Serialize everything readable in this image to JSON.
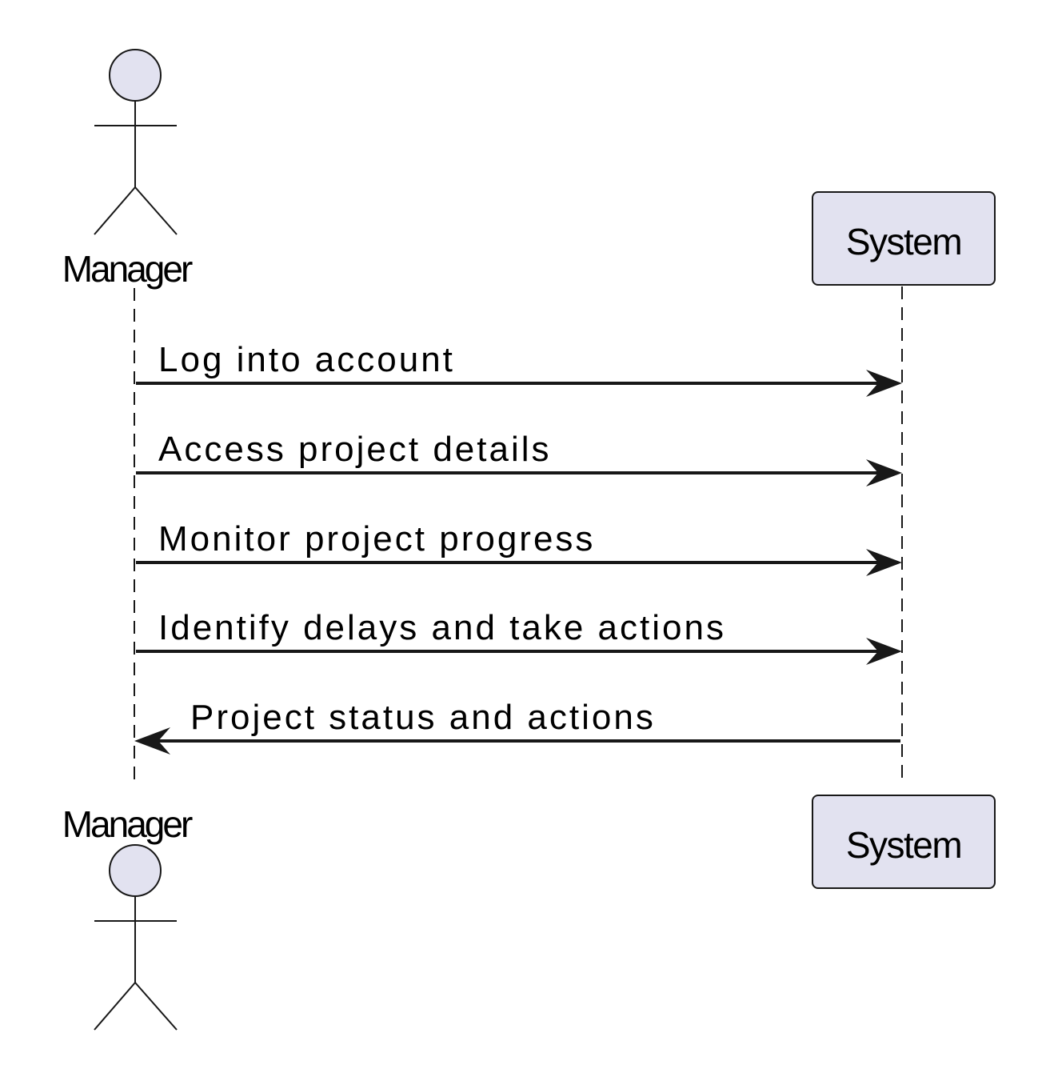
{
  "participants": {
    "manager": {
      "label": "Manager",
      "kind": "actor"
    },
    "system": {
      "label": "System",
      "kind": "participant"
    }
  },
  "messages": [
    {
      "label": "Log into account",
      "from": "Manager",
      "to": "System"
    },
    {
      "label": "Access project details",
      "from": "Manager",
      "to": "System"
    },
    {
      "label": "Monitor project progress",
      "from": "Manager",
      "to": "System"
    },
    {
      "label": "Identify delays and take actions",
      "from": "Manager",
      "to": "System"
    },
    {
      "label": "Project status and actions",
      "from": "System",
      "to": "Manager"
    }
  ],
  "colors": {
    "participant_fill": "#e2e2f0",
    "line": "#181818",
    "text": "#000000"
  }
}
